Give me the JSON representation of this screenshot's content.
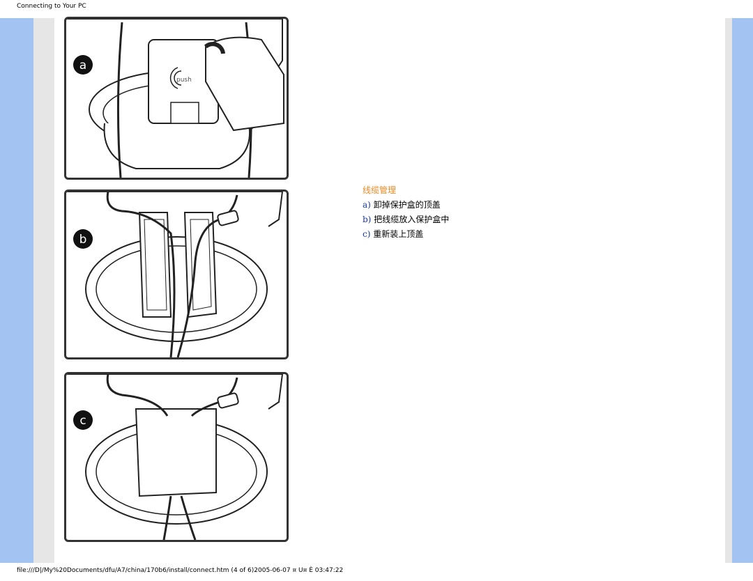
{
  "header": {
    "title": "Connecting to Your PC"
  },
  "panels": [
    {
      "letter": "a",
      "push_label": "push"
    },
    {
      "letter": "b"
    },
    {
      "letter": "c"
    }
  ],
  "steps": {
    "heading": "线缆管理",
    "items": [
      {
        "label": "a)",
        "text": "卸掉保护盒的顶盖"
      },
      {
        "label": "b)",
        "text": "把线缆放入保护盒中"
      },
      {
        "label": "c)",
        "text": "重新装上顶盖"
      }
    ]
  },
  "footer": {
    "path": "file:///D|/My%20Documents/dfu/A7/china/170b6/install/connect.htm (4 of 6)2005-06-07 ¤ U¤ È 03:47:22"
  }
}
